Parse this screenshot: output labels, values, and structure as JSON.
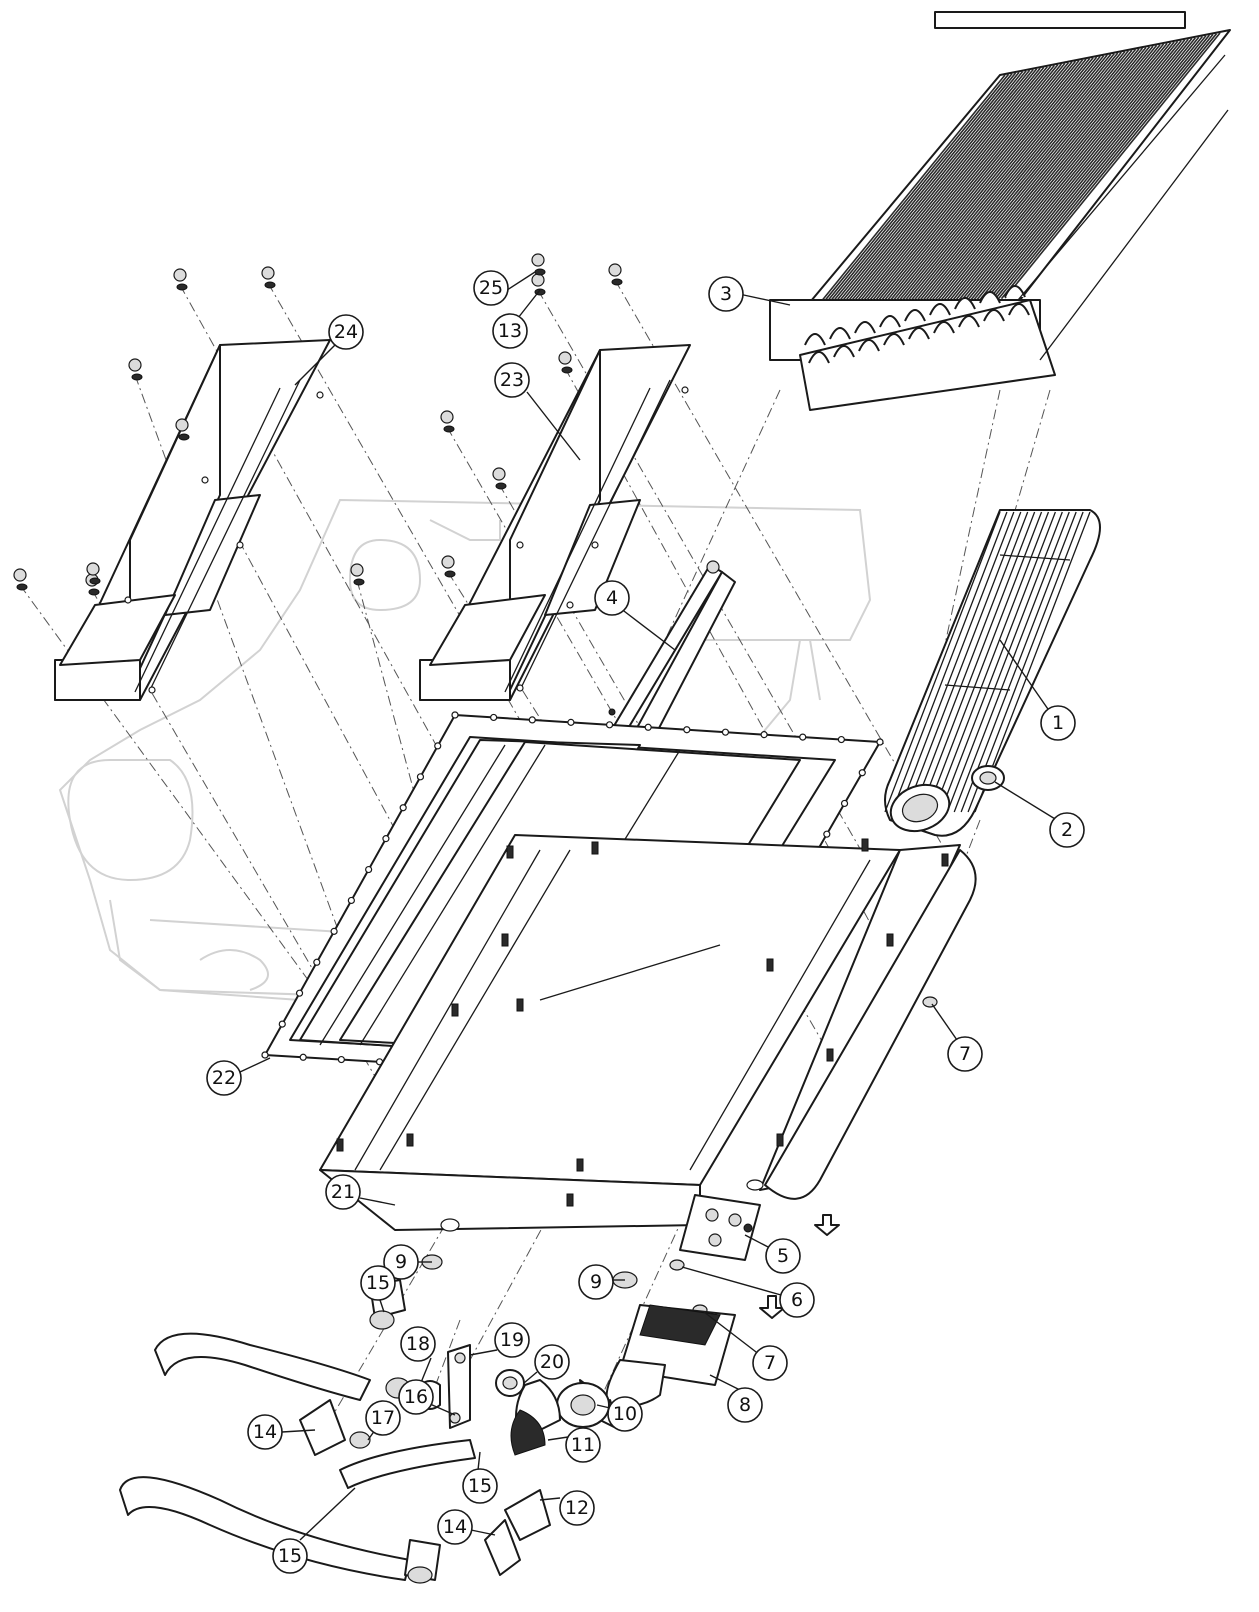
{
  "callouts": [
    {
      "id": "1",
      "label": "1"
    },
    {
      "id": "2",
      "label": "2"
    },
    {
      "id": "3",
      "label": "3"
    },
    {
      "id": "4",
      "label": "4"
    },
    {
      "id": "5",
      "label": "5"
    },
    {
      "id": "6",
      "label": "6"
    },
    {
      "id": "7a",
      "label": "7"
    },
    {
      "id": "7b",
      "label": "7"
    },
    {
      "id": "8",
      "label": "8"
    },
    {
      "id": "9a",
      "label": "9"
    },
    {
      "id": "9b",
      "label": "9"
    },
    {
      "id": "10",
      "label": "10"
    },
    {
      "id": "11",
      "label": "11"
    },
    {
      "id": "12",
      "label": "12"
    },
    {
      "id": "13",
      "label": "13"
    },
    {
      "id": "14a",
      "label": "14"
    },
    {
      "id": "14b",
      "label": "14"
    },
    {
      "id": "15a",
      "label": "15"
    },
    {
      "id": "15b",
      "label": "15"
    },
    {
      "id": "15c",
      "label": "15"
    },
    {
      "id": "16",
      "label": "16"
    },
    {
      "id": "17",
      "label": "17"
    },
    {
      "id": "18",
      "label": "18"
    },
    {
      "id": "19",
      "label": "19"
    },
    {
      "id": "20",
      "label": "20"
    },
    {
      "id": "21",
      "label": "21"
    },
    {
      "id": "22",
      "label": "22"
    },
    {
      "id": "23",
      "label": "23"
    },
    {
      "id": "24",
      "label": "24"
    },
    {
      "id": "25",
      "label": "25"
    }
  ]
}
